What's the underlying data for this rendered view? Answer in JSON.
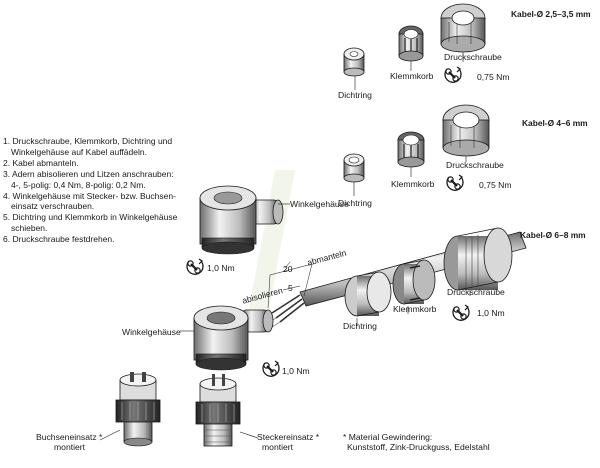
{
  "headers": {
    "small": "Kabel-Ø 2,5–3,5 mm",
    "medium": "Kabel-Ø 4–6 mm",
    "large": "Kabel-Ø 6–8 mm"
  },
  "instructions": [
    "1. Druckschraube, Klemmkorb, Dichtring und",
    "Winkelgehäuse auf Kabel auffädeln.",
    "2. Kabel abmanteln.",
    "3. Adern abisolieren und Litzen anschrauben:",
    "4-, 5-polig: 0,4 Nm, 8-polig: 0,2 Nm.",
    "4. Winkelgehäuse mit Stecker- bzw. Buchsen-",
    "einsatz verschrauben.",
    "5. Dichtring und Klemmkorb in Winkelgehäuse",
    "schieben.",
    "6. Druckschraube festdrehen."
  ],
  "labels": {
    "druckschraube": "Druckschraube",
    "klemmkorb": "Klemmkorb",
    "dichtring": "Dichtring",
    "winkelgehaeuse": "Winkelgehäuse",
    "abmanteln": "abmanteln",
    "abisolieren": "abisolieren",
    "dim_20": "20",
    "dim_5": "5",
    "buchseneinsatz_1": "Buchseneinsatz *",
    "buchseneinsatz_2": "montiert",
    "steckereinsatz_1": "Steckereinsatz *",
    "steckereinsatz_2": "montiert",
    "material_1": "* Material Gewindering:",
    "material_2": "Kunststoff, Zink-Druckguss, Edelstahl"
  },
  "torques": {
    "t_small": "0,75 Nm",
    "t_medium": "0,75 Nm",
    "t_large": "1,0 Nm",
    "t_housing_top": "1,0 Nm",
    "t_housing_bottom": "1,0 Nm"
  },
  "colors": {
    "line": "#1a1a1a",
    "part_dark": "#3a3a3a",
    "part_mid": "#9a9a9a",
    "part_light": "#e6e6e6",
    "watermark": "#f1f5ea"
  }
}
